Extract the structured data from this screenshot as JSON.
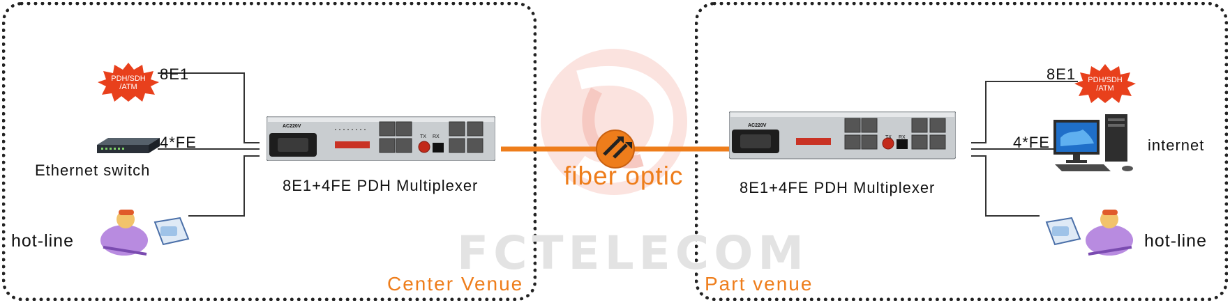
{
  "left_venue": {
    "title": "Center Venue",
    "multiplexer_label": "8E1+4FE  PDH  Multiplexer",
    "device_power_label": "AC220V",
    "tx_label": "TX",
    "rx_label": "RX",
    "links": [
      {
        "label": "8E1"
      },
      {
        "label": "4*FE"
      }
    ],
    "pdh_badge": [
      "PDH/SDH",
      "/ATM"
    ],
    "switch_label": "Ethernet switch",
    "hotline_label": "hot-line"
  },
  "center": {
    "fiber_label": "fiber optic",
    "watermark": "FCTELECOM"
  },
  "right_venue": {
    "title": "Part venue",
    "multiplexer_label": "8E1+4FE  PDH  Multiplexer",
    "device_power_label": "AC220V",
    "tx_label": "TX",
    "rx_label": "RX",
    "links": [
      {
        "label": "8E1"
      },
      {
        "label": "4*FE"
      }
    ],
    "pdh_badge": [
      "PDH/SDH",
      "/ATM"
    ],
    "internet_label": "internet",
    "hotline_label": "hot-line"
  },
  "colors": {
    "fiber": "#ee7d1b",
    "badge": "#e8401c",
    "border": "#222222",
    "watermark": "#e3e3e3"
  }
}
